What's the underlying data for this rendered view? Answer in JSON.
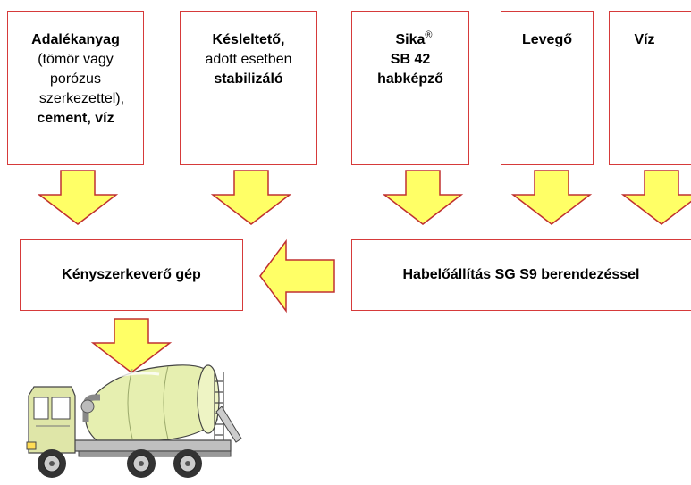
{
  "sources": [
    {
      "lines": [
        {
          "text": "Adalékanyag",
          "bold": true
        },
        {
          "text": "(tömör vagy",
          "bold": false
        },
        {
          "text": "porózus",
          "bold": false
        },
        {
          "text": "szerkezettel),",
          "bold": false
        },
        {
          "text": "cement, víz",
          "bold": true
        }
      ]
    },
    {
      "lines": [
        {
          "text": "Késleltető,",
          "bold": true
        },
        {
          "text": "adott esetben",
          "bold": false
        },
        {
          "text": "stabilizáló",
          "bold": true
        }
      ]
    },
    {
      "brand": "Sika",
      "reg_mark": "®",
      "lines": [
        {
          "text": "SB 42",
          "bold": true
        },
        {
          "text": "habképző",
          "bold": true
        }
      ]
    },
    {
      "lines": [
        {
          "text": "Levegő",
          "bold": true
        }
      ]
    },
    {
      "lines": [
        {
          "text": "Víz",
          "bold": true
        }
      ]
    }
  ],
  "mixer_label": "Kényszerkeverő gép",
  "foam_label": "Habelőállítás SG S9 berendezéssel",
  "colors": {
    "box_border": "#d63a3a",
    "arrow_fill": "#ffff66",
    "arrow_stroke": "#c03030",
    "truck_cab": "#dfe6a8",
    "truck_drum": "#e6efb0"
  },
  "illustration": "concrete-mixer-truck"
}
